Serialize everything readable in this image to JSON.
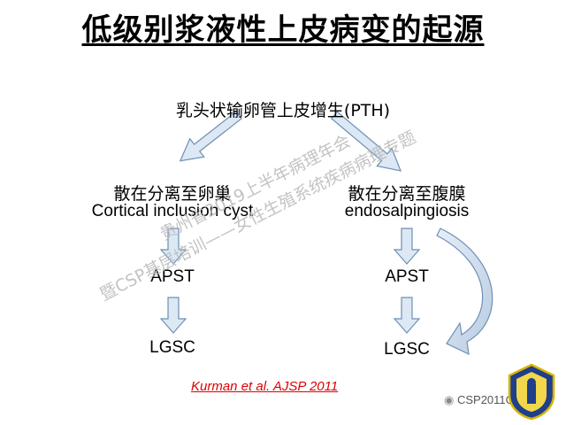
{
  "title": "低级别浆液性上皮病变的起源",
  "nodes": {
    "pth": "乳头状输卵管上皮增生(PTH)",
    "left_cn": "散在分离至卵巢",
    "left_en": "Cortical inclusion cyst",
    "right_cn": "散在分离至腹膜",
    "right_en": "endosalpingiosis",
    "left_apst": "APST",
    "right_apst": "APST",
    "left_lgsc": "LGSC",
    "right_lgsc": "LGSC"
  },
  "watermarks": {
    "line1": "贵州省2019上半年病理年会",
    "line2": "暨CSP基层培训——女性生殖系统疾病病理专题"
  },
  "citation": "Kurman et al. AJSP 2011",
  "brand": "CSP2011GYN",
  "colors": {
    "arrow_fill": "#dce8f4",
    "arrow_stroke": "#6e8fb5",
    "citation": "#e00000"
  }
}
